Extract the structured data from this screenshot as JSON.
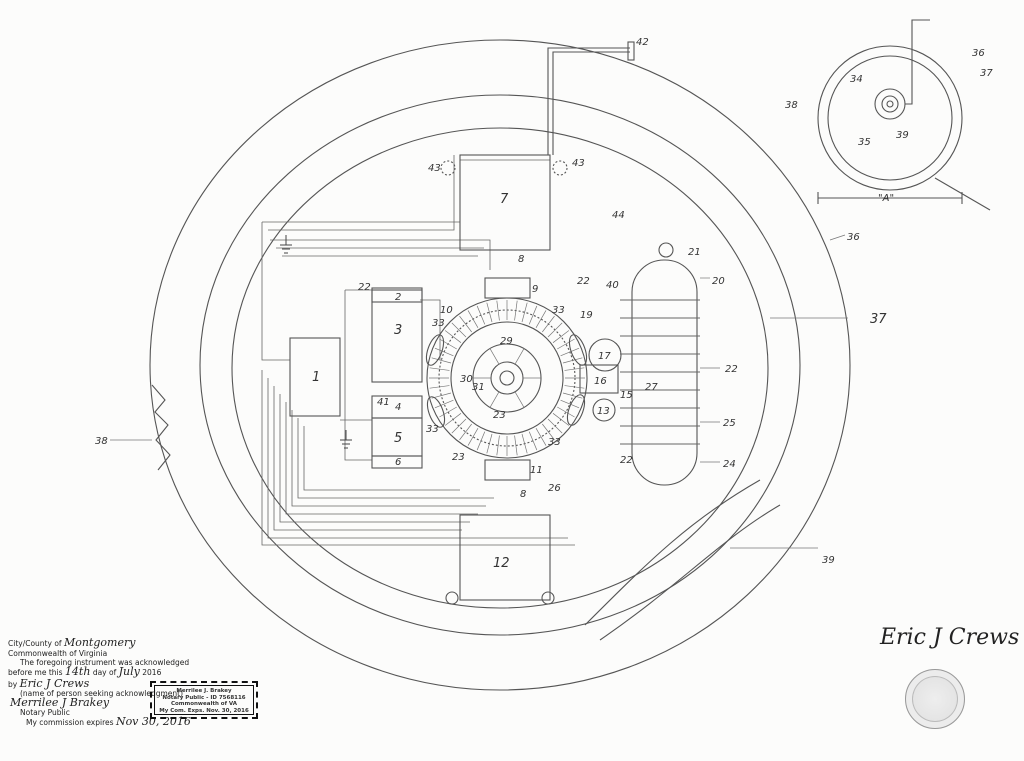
{
  "callouts": {
    "n1": "1",
    "n2": "2",
    "n3": "3",
    "n4": "4",
    "n5": "5",
    "n6": "6",
    "n7": "7",
    "n8": "8",
    "n9": "9",
    "n10": "10",
    "n11": "11",
    "n12": "12",
    "n13": "13",
    "n15": "15",
    "n16": "16",
    "n17": "17",
    "n19": "19",
    "n20": "20",
    "n21": "21",
    "n22": "22",
    "n23": "23",
    "n24": "24",
    "n25": "25",
    "n26": "26",
    "n27": "27",
    "n29": "29",
    "n30": "30",
    "n31": "31",
    "n33": "33",
    "n34": "34",
    "n35": "35",
    "n36": "36",
    "n37": "37",
    "n38": "38",
    "n39": "39",
    "n40": "40",
    "n41": "41",
    "n42": "42",
    "n43": "43",
    "n44": "44",
    "dimension_a": "\"A\""
  },
  "notary": {
    "city_county_label": "City/County of",
    "city_county_value": "Montgomery",
    "state_line": "Commonwealth of Virginia",
    "ack_line1": "The foregoing instrument was acknowledged",
    "ack_before": "before me this",
    "ack_day": "14th",
    "ack_day_of": "day of",
    "ack_month": "July",
    "ack_year": "2016",
    "by_label": "by",
    "by_name": "Eric J Crews",
    "by_caption": "(name of person seeking acknowledgment)",
    "notary_signature": "Merrilee J Brakey",
    "notary_caption": "Notary Public",
    "commission_label": "My commission expires",
    "commission_value": "Nov 30, 2016"
  },
  "stamp": {
    "line1": "Merrilee J. Brakey",
    "line2": "Notary Public - ID 7568116",
    "line3": "Commonwealth of VA",
    "line4": "My Com. Exps. Nov. 30, 2016"
  },
  "inventor_signature": "Eric J Crews"
}
